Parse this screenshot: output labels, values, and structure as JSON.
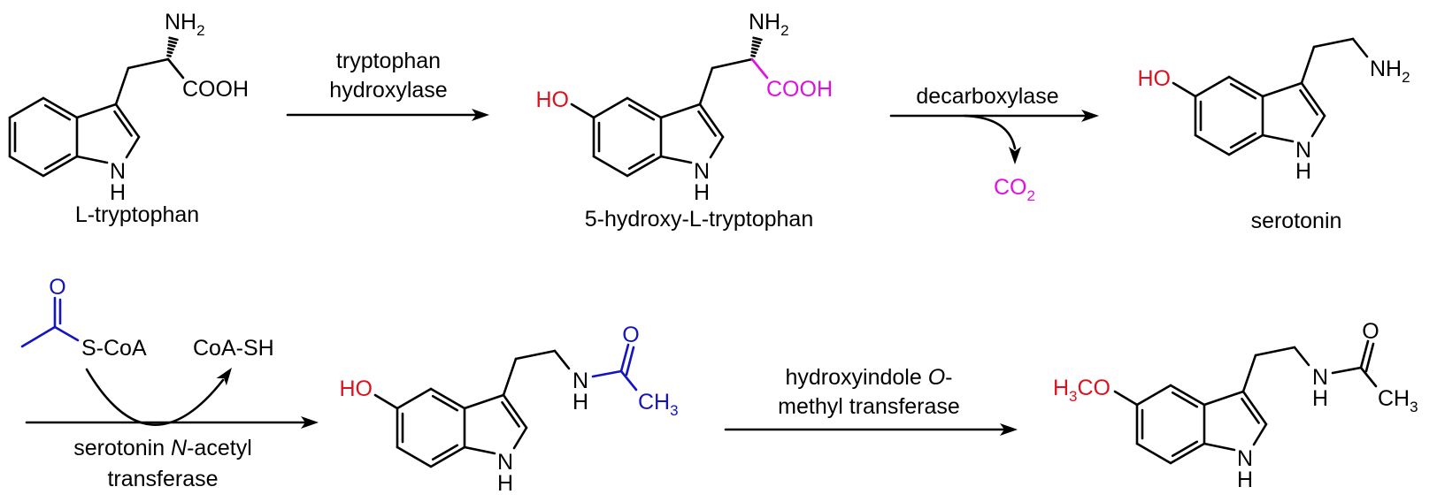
{
  "colors": {
    "hydroxyl": "#e0101c",
    "carboxyl": "#e010e0",
    "acetyl": "#1414c0",
    "default": "#000000"
  },
  "molecules": {
    "l_tryptophan": {
      "name": "L-tryptophan",
      "amine": "NH",
      "amine_sub": "2",
      "acid": "COOH",
      "ring_n": "N",
      "ring_h": "H"
    },
    "hydroxytryptophan": {
      "name": "5-hydroxy-L-tryptophan",
      "hydroxyl": "HO",
      "amine": "NH",
      "amine_sub": "2",
      "acid": "COOH",
      "ring_n": "N",
      "ring_h": "H"
    },
    "serotonin": {
      "name": "serotonin",
      "hydroxyl": "HO",
      "amine": "NH",
      "amine_sub": "2",
      "ring_n": "N",
      "ring_h": "H"
    },
    "n_acetylserotonin": {
      "hydroxyl": "HO",
      "amide_n": "N",
      "amide_h": "H",
      "carbonyl_o": "O",
      "methyl": "CH",
      "methyl_sub": "3",
      "ring_n": "N",
      "ring_h": "H"
    },
    "melatonin": {
      "methoxy_h": "H",
      "methoxy_sub": "3",
      "methoxy_co": "CO",
      "amide_n": "N",
      "amide_h": "H",
      "carbonyl_o": "O",
      "methyl": "CH",
      "methyl_sub": "3",
      "ring_n": "N",
      "ring_h": "H"
    }
  },
  "reactions": {
    "step1": {
      "line1": "tryptophan",
      "line2": "hydroxylase"
    },
    "step2": {
      "enzyme": "decarboxylase",
      "byproduct": "CO",
      "byproduct_sub": "2"
    },
    "step3": {
      "line1_a": "serotonin ",
      "line1_italic": "N",
      "line1_b": "-acetyl",
      "line2": "transferase",
      "cofactor_o": "O",
      "cofactor": "S-CoA",
      "released": "CoA-SH"
    },
    "step4": {
      "line1_a": "hydroxyindole ",
      "line1_italic": "O",
      "line1_b": "-",
      "line2": "methyl transferase"
    }
  }
}
